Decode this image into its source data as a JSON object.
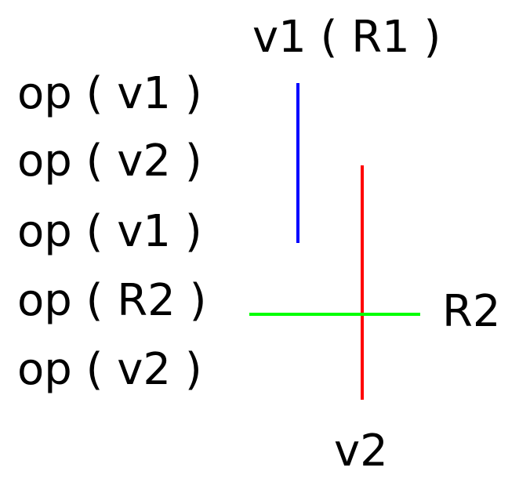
{
  "ops": [
    "op ( v1 )",
    "op ( v2 )",
    "op ( v1 )",
    "op ( R2 )",
    "op ( v2 )"
  ],
  "labels": {
    "top": "v1 ( R1 )",
    "right": "R2",
    "bottom": "v2"
  },
  "colors": {
    "v1_line": "#0000ff",
    "v2_line": "#ff0000",
    "r2_line": "#00ff00"
  }
}
